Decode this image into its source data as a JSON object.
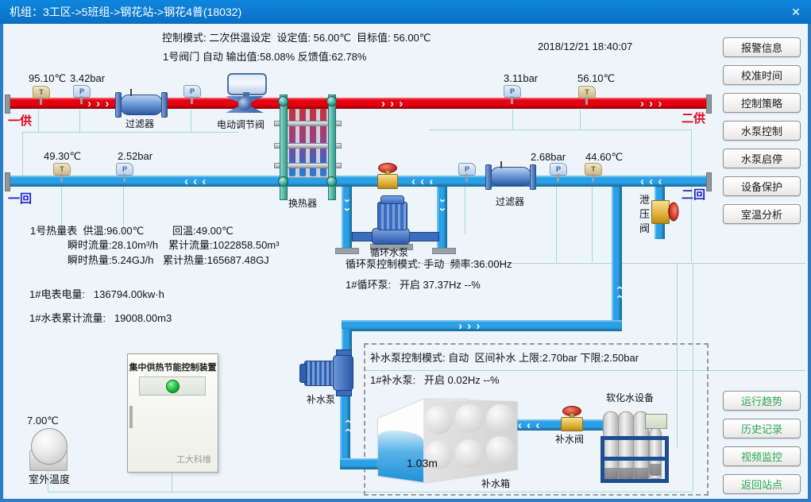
{
  "window": {
    "title": "机组：3工区->5班组->钢花站->钢花4普(18032)",
    "close_icon": "✕"
  },
  "header": {
    "line1": "控制模式: 二次供温设定  设定值: 56.00℃  目标值: 56.00℃",
    "line2": "1号阀门 自动 输出值:58.08% 反馈值:62.78%",
    "datetime": "2018/12/21 18:40:07"
  },
  "nav_buttons": [
    {
      "label": "报警信息"
    },
    {
      "label": "校准时间"
    },
    {
      "label": "控制策略"
    },
    {
      "label": "水泵控制"
    },
    {
      "label": "水泵启停"
    },
    {
      "label": "设备保护"
    },
    {
      "label": "室温分析"
    }
  ],
  "link_buttons": [
    {
      "label": "运行趋势"
    },
    {
      "label": "历史记录"
    },
    {
      "label": "视频监控"
    },
    {
      "label": "返回站点"
    }
  ],
  "pipe_labels": {
    "supply_in": "一供",
    "supply_out": "二供",
    "return_in": "一回",
    "return_out": "二回"
  },
  "sensors": {
    "t_glyph": "T",
    "p_glyph": "P",
    "supply_temp_in": "95.10℃",
    "supply_press_in": "3.42bar",
    "supply_press_out": "3.11bar",
    "supply_temp_out": "56.10℃",
    "return_temp_in": "49.30℃",
    "return_press_in": "2.52bar",
    "return_press_out": "2.68bar",
    "return_temp_out": "44.60℃"
  },
  "equipment": {
    "filter_supply": "过滤器",
    "motor_valve": "电动调节阀",
    "heat_exchanger": "换热器",
    "filter_return": "过滤器",
    "relief_valve": "泄压阀",
    "circ_pump": "循环水泵",
    "makeup_pump": "补水泵",
    "makeup_tank": "补水箱",
    "tank_level": "1.03m",
    "makeup_valve": "补水阀",
    "softener": "软化水设备"
  },
  "heat_meter": {
    "line1_left": "1号热量表  供温:96.00℃",
    "line1_right": "回温:49.00℃",
    "line2_left": "瞬时流量:28.10m³/h",
    "line2_right": "累计流量:1022858.50m³",
    "line3_left": "瞬时热量:5.24GJ/h",
    "line3_right": "累计热量:165687.48GJ"
  },
  "meters": {
    "electric": "1#电表电量:   136794.00kw·h",
    "water": "1#水表累计流量:   19008.00m3"
  },
  "circ_info": {
    "mode": "循环泵控制模式: 手动  频率:36.00Hz",
    "pump1": "1#循环泵:   开启 37.37Hz --%"
  },
  "makeup_info": {
    "mode": "补水泵控制模式: 自动  区间补水 上限:2.70bar 下限:2.50bar",
    "pump1": "1#补水泵:   开启 0.02Hz --%"
  },
  "cabinet": {
    "title": "集中供热节能控制装置",
    "brand": "工大科维"
  },
  "outdoor": {
    "temp": "7.00℃",
    "label": "室外温度"
  },
  "icons": {
    "flow_right": "› › ›",
    "flow_left": "‹ ‹ ‹",
    "flow_v": "› ›"
  },
  "colors": {
    "titlebar_blue": "#0a78d0",
    "pipe_red": "#e60010",
    "pipe_blue": "#2aa0e6",
    "signal_teal": "#a8d8cc",
    "link_green": "#2ba84f"
  }
}
